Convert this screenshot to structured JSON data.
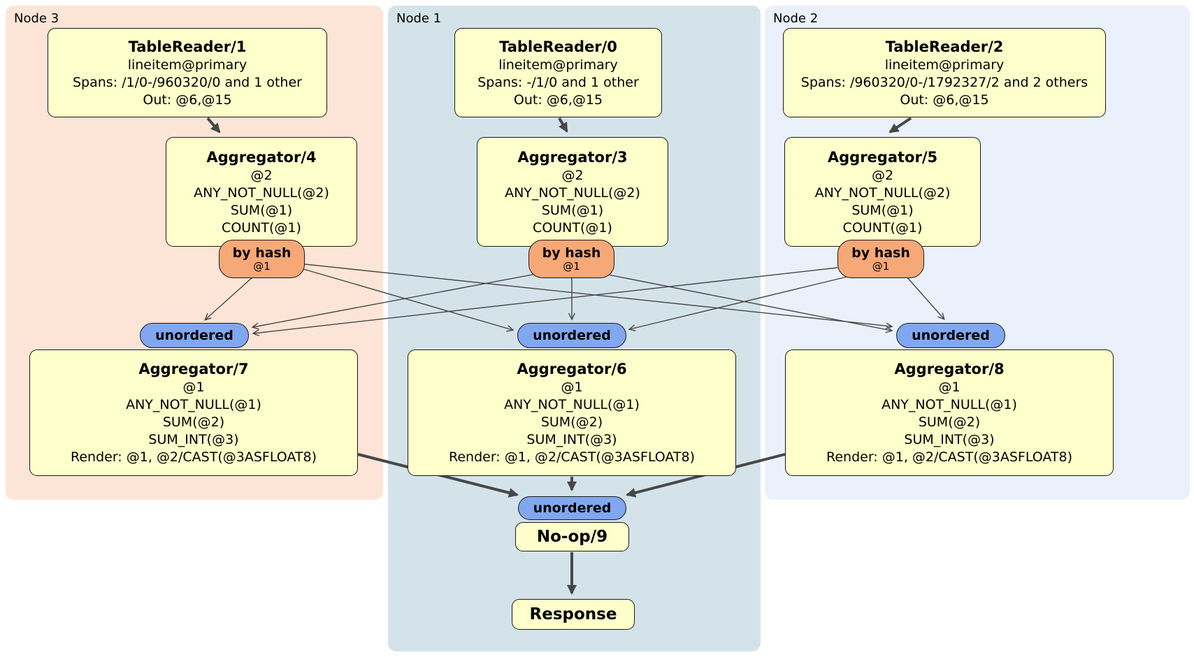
{
  "groups": [
    {
      "id": "node3",
      "label": "Node 3"
    },
    {
      "id": "node1",
      "label": "Node 1"
    },
    {
      "id": "node2",
      "label": "Node 2"
    }
  ],
  "processors": {
    "tr1": {
      "title": "TableReader/1",
      "lines": [
        "lineitem@primary",
        "Spans: /1/0-/960320/0 and 1 other",
        "Out: @6,@15"
      ]
    },
    "tr0": {
      "title": "TableReader/0",
      "lines": [
        "lineitem@primary",
        "Spans: -/1/0 and 1 other",
        "Out: @6,@15"
      ]
    },
    "tr2": {
      "title": "TableReader/2",
      "lines": [
        "lineitem@primary",
        "Spans: /960320/0-/1792327/2 and 2 others",
        "Out: @6,@15"
      ]
    },
    "agg4": {
      "title": "Aggregator/4",
      "lines": [
        "@2",
        "ANY_NOT_NULL(@2)",
        "SUM(@1)",
        "COUNT(@1)"
      ]
    },
    "agg3": {
      "title": "Aggregator/3",
      "lines": [
        "@2",
        "ANY_NOT_NULL(@2)",
        "SUM(@1)",
        "COUNT(@1)"
      ]
    },
    "agg5": {
      "title": "Aggregator/5",
      "lines": [
        "@2",
        "ANY_NOT_NULL(@2)",
        "SUM(@1)",
        "COUNT(@1)"
      ]
    },
    "agg7": {
      "title": "Aggregator/7",
      "lines": [
        "@1",
        "ANY_NOT_NULL(@1)",
        "SUM(@2)",
        "SUM_INT(@3)",
        "Render: @1, @2/CAST(@3ASFLOAT8)"
      ]
    },
    "agg6": {
      "title": "Aggregator/6",
      "lines": [
        "@1",
        "ANY_NOT_NULL(@1)",
        "SUM(@2)",
        "SUM_INT(@3)",
        "Render: @1, @2/CAST(@3ASFLOAT8)"
      ]
    },
    "agg8": {
      "title": "Aggregator/8",
      "lines": [
        "@1",
        "ANY_NOT_NULL(@1)",
        "SUM(@2)",
        "SUM_INT(@3)",
        "Render: @1, @2/CAST(@3ASFLOAT8)"
      ]
    },
    "noop": {
      "title": "No-op/9"
    },
    "response": {
      "title": "Response"
    }
  },
  "routers": {
    "hash3": {
      "label": "by hash",
      "detail": "@1"
    },
    "hash1": {
      "label": "by hash",
      "detail": "@1"
    },
    "hash2": {
      "label": "by hash",
      "detail": "@1"
    }
  },
  "syncs": {
    "u3": {
      "label": "unordered"
    },
    "u1": {
      "label": "unordered"
    },
    "u2": {
      "label": "unordered"
    },
    "uF": {
      "label": "unordered"
    }
  },
  "edges": [
    [
      "tr1",
      "agg4"
    ],
    [
      "tr0",
      "agg3"
    ],
    [
      "tr2",
      "agg5"
    ],
    [
      "hash3",
      "u3"
    ],
    [
      "hash3",
      "u1"
    ],
    [
      "hash3",
      "u2"
    ],
    [
      "hash1",
      "u3"
    ],
    [
      "hash1",
      "u1"
    ],
    [
      "hash1",
      "u2"
    ],
    [
      "hash2",
      "u3"
    ],
    [
      "hash2",
      "u1"
    ],
    [
      "hash2",
      "u2"
    ],
    [
      "agg7",
      "uF"
    ],
    [
      "agg6",
      "uF"
    ],
    [
      "agg8",
      "uF"
    ],
    [
      "noop",
      "response"
    ]
  ],
  "colors": {
    "node3_bg": "#fce4d6",
    "node1_bg": "#d4e2ea",
    "node2_bg": "#eaf1fa",
    "box_bg": "#ffffcc",
    "router_bg": "#f6a877",
    "sync_bg": "#80a7f0",
    "edge_color": "#474747",
    "border_color": "#1a1a1a"
  }
}
